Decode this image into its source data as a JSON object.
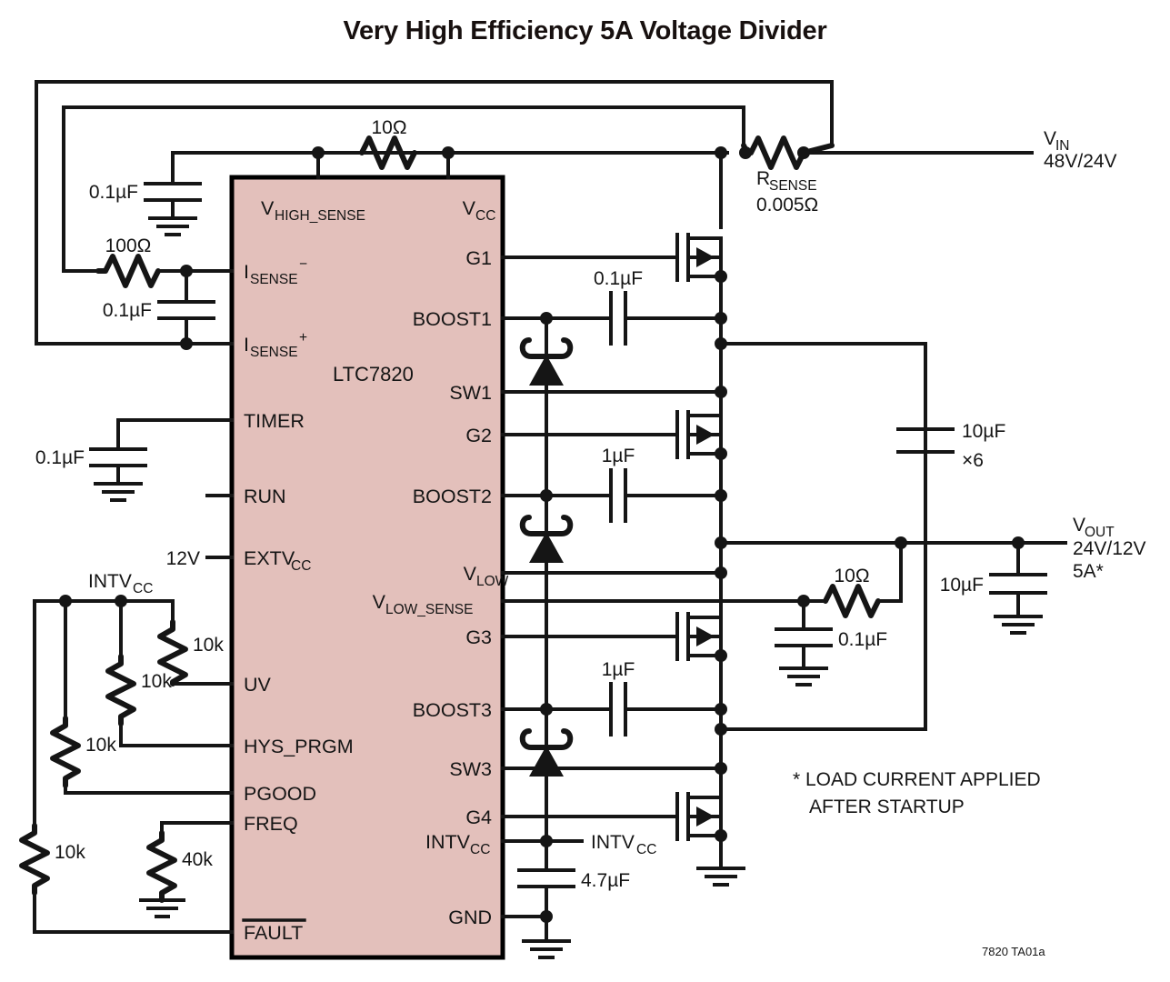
{
  "title": "Very High Efficiency 5A Voltage Divider",
  "ic": {
    "part_number": "LTC7820",
    "fill_color": "#e3c0bb",
    "left_pins": [
      {
        "id": "vhigh-sense",
        "label": "V",
        "sub": "HIGH_SENSE"
      },
      {
        "id": "isense-minus",
        "label": "I",
        "sub": "SENSE",
        "sup": "−"
      },
      {
        "id": "isense-plus",
        "label": "I",
        "sub": "SENSE",
        "sup": "+"
      },
      {
        "id": "timer",
        "label": "TIMER"
      },
      {
        "id": "run",
        "label": "RUN"
      },
      {
        "id": "extvcc",
        "label": "EXTV",
        "sub": "CC"
      },
      {
        "id": "uv",
        "label": "UV"
      },
      {
        "id": "hys-prgm",
        "label": "HYS_PRGM"
      },
      {
        "id": "pgood",
        "label": "PGOOD"
      },
      {
        "id": "freq",
        "label": "FREQ"
      },
      {
        "id": "fault",
        "label": "FAULT",
        "overbar": true
      }
    ],
    "right_pins": [
      {
        "id": "vcc",
        "label": "V",
        "sub": "CC"
      },
      {
        "id": "g1",
        "label": "G1"
      },
      {
        "id": "boost1",
        "label": "BOOST1"
      },
      {
        "id": "sw1",
        "label": "SW1"
      },
      {
        "id": "g2",
        "label": "G2"
      },
      {
        "id": "boost2",
        "label": "BOOST2"
      },
      {
        "id": "vlow",
        "label": "V",
        "sub": "LOW"
      },
      {
        "id": "vlow-sense",
        "label": "V",
        "sub": "LOW_SENSE"
      },
      {
        "id": "g3",
        "label": "G3"
      },
      {
        "id": "boost3",
        "label": "BOOST3"
      },
      {
        "id": "sw3",
        "label": "SW3"
      },
      {
        "id": "g4",
        "label": "G4"
      },
      {
        "id": "intvcc",
        "label": "INTV",
        "sub": "CC"
      },
      {
        "id": "gnd",
        "label": "GND"
      }
    ]
  },
  "components": {
    "r_vcc": "10Ω",
    "c_vhigh": "0.1µF",
    "r_isense": "100Ω",
    "c_isense": "0.1µF",
    "r_sense_name": "R",
    "r_sense_sub": "SENSE",
    "r_sense_value": "0.005Ω",
    "c_timer": "0.1µF",
    "c_boost1": "0.1µF",
    "c_boost2": "1µF",
    "c_boost3": "1µF",
    "c_out_bulk": "10µF",
    "c_out_bulk_qty": "×6",
    "c_out": "10µF",
    "r_vlow_filter": "10Ω",
    "c_vlow_filter": "0.1µF",
    "c_intvcc": "4.7µF",
    "r_uv": "10k",
    "r_hys": "10k",
    "r_pgood": "10k",
    "r_fault": "10k",
    "r_freq": "40k"
  },
  "nets": {
    "vin_name": "V",
    "vin_sub": "IN",
    "vin_value": "48V/24V",
    "vout_name": "V",
    "vout_sub": "OUT",
    "vout_value": "24V/12V",
    "vout_current": "5A*",
    "extvcc_supply": "12V",
    "intvcc_rail": "INTV",
    "intvcc_rail_sub": "CC",
    "intvcc_pin_net": "INTV",
    "intvcc_pin_net_sub": "CC"
  },
  "footnote": {
    "line1": "* LOAD CURRENT APPLIED",
    "line2": "AFTER STARTUP"
  },
  "doc_code": "7820 TA01a"
}
